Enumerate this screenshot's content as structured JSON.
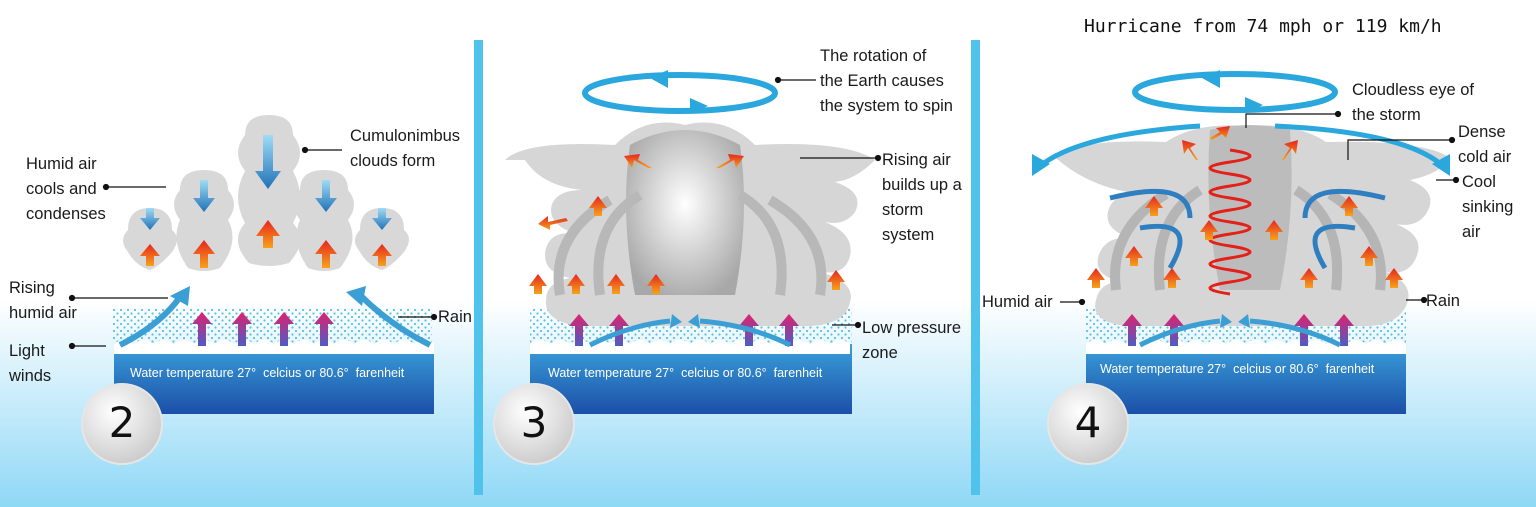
{
  "title": "Hurricane from 74 mph or 119 km/h",
  "panels": [
    {
      "number": "2",
      "water_text": "Water temperature 27°  celcius or 80.6°  farenheit",
      "labels": {
        "humid_air_cools": "Humid air\ncools and\ncondenses",
        "cumulonimbus": "Cumulonimbus\nclouds form",
        "rising_humid_air": "Rising\nhumid air",
        "light_winds": "Light\nwinds",
        "rain": "Rain"
      }
    },
    {
      "number": "3",
      "water_text": "Water temperature 27°  celcius or 80.6°  farenheit",
      "labels": {
        "rotation": "The rotation of\nthe Earth causes\nthe system to spin",
        "rising_air": "Rising air\nbuilds up a\nstorm\nsystem",
        "low_pressure": "Low pressure\nzone"
      }
    },
    {
      "number": "4",
      "water_text": "Water temperature 27°  celcius or 80.6°  farenheit",
      "labels": {
        "eye": "Cloudless eye of\nthe storm",
        "dense_cold_air": "Dense\ncold air",
        "cool_sinking_air": "Cool\nsinking\nair",
        "humid_air": "Humid air",
        "rain": "Rain"
      }
    }
  ],
  "colors": {
    "divider": "#4fc3ec",
    "water_top": "#3aa0da",
    "water_bottom": "#1b4fa8",
    "sky_gradient": "#bfe9fb",
    "cloud": "#d9d9d9",
    "warm_arrow": "#f26a1b",
    "cool_arrow": "#2f7fc0",
    "rotation_arrow": "#2aa7dd",
    "eye_spiral": "#e32119"
  }
}
